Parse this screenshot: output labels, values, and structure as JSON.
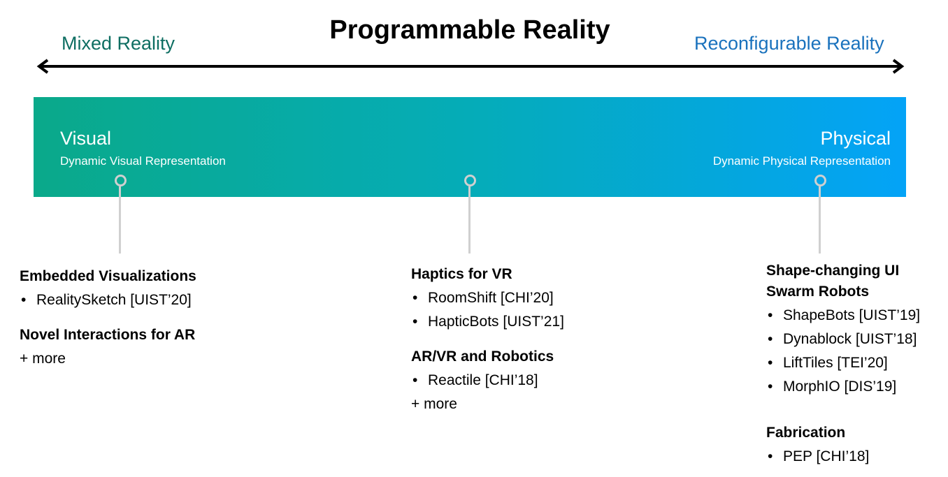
{
  "title": "Programmable Reality",
  "axis": {
    "left_label": "Mixed Reality",
    "right_label": "Reconfigurable Reality"
  },
  "bar": {
    "left_title": "Visual",
    "left_sub": "Dynamic Visual Representation",
    "right_title": "Physical",
    "right_sub": "Dynamic Physical Representation",
    "gradient": [
      "#0aa98a",
      "#04a3f7"
    ]
  },
  "columns": [
    {
      "groups": [
        {
          "heading": "Embedded Visualizations",
          "items": [
            "RealitySketch [UIST’20]"
          ]
        },
        {
          "heading": "Novel Interactions for AR",
          "items": []
        }
      ],
      "more": "+ more"
    },
    {
      "groups": [
        {
          "heading": "Haptics for VR",
          "items": [
            "RoomShift [CHI’20]",
            "HapticBots [UIST’21]"
          ]
        },
        {
          "heading": "AR/VR and Robotics",
          "items": [
            "Reactile [CHI’18]"
          ]
        }
      ],
      "more": "+ more"
    },
    {
      "groups": [
        {
          "heading": "Shape-changing UI",
          "heading2": "Swarm Robots",
          "items": [
            "ShapeBots [UIST’19]",
            "Dynablock [UIST’18]",
            "LiftTiles [TEI’20]",
            "MorphIO [DIS’19]"
          ]
        },
        {
          "heading": "Fabrication",
          "items": [
            "PEP [CHI’18]"
          ]
        }
      ]
    }
  ]
}
